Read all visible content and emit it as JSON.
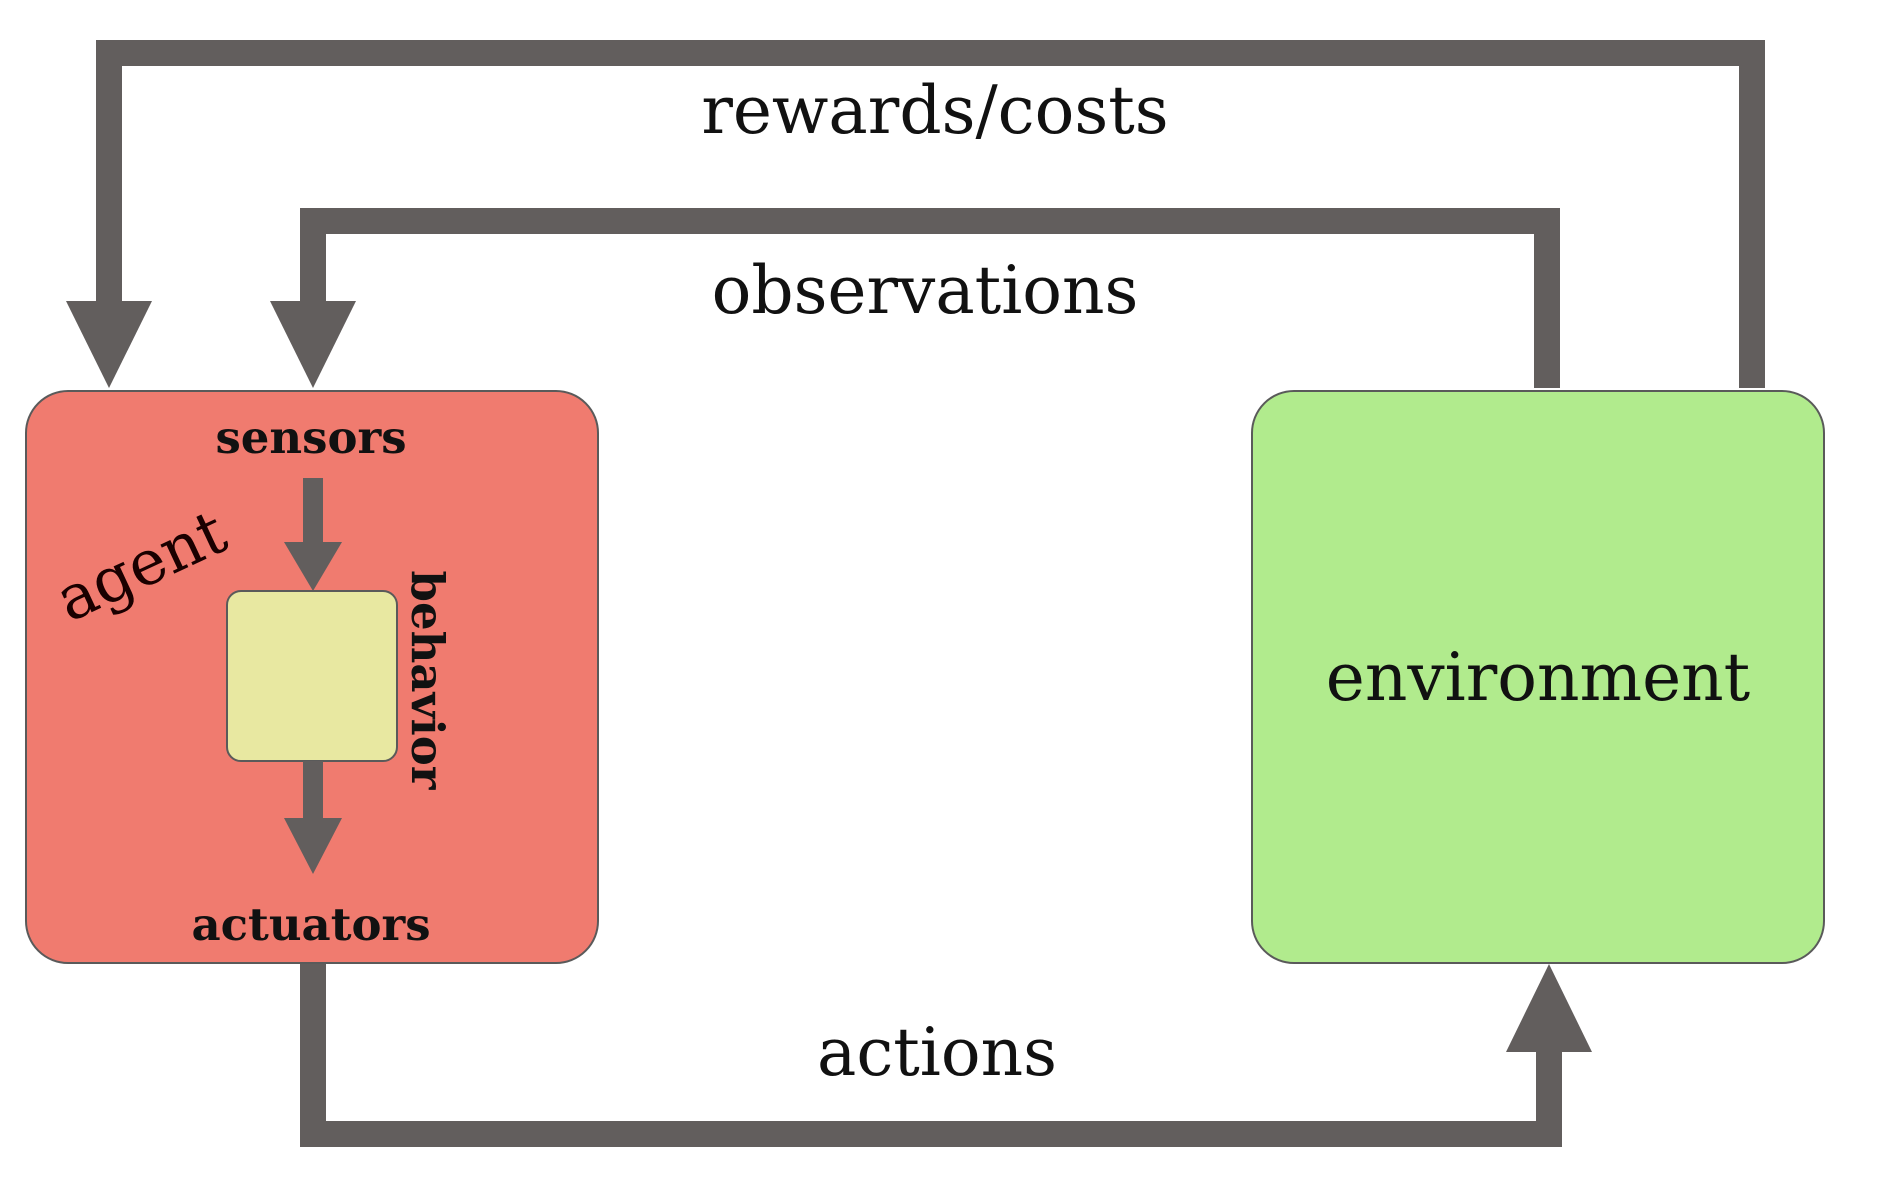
{
  "labels": {
    "rewards": "rewards/costs",
    "observations": "observations",
    "actions": "actions",
    "sensors": "sensors",
    "actuators": "actuators",
    "behavior": "behavior",
    "agent": "agent",
    "environment": "environment"
  },
  "colors": {
    "agent_fill": "#f07b6f",
    "environment_fill": "#b1eb8d",
    "behavior_fill": "#e8e8a1",
    "arrow": "#625e5d",
    "box_border": "#5a5a5a",
    "agent_text": "#1a0000"
  }
}
